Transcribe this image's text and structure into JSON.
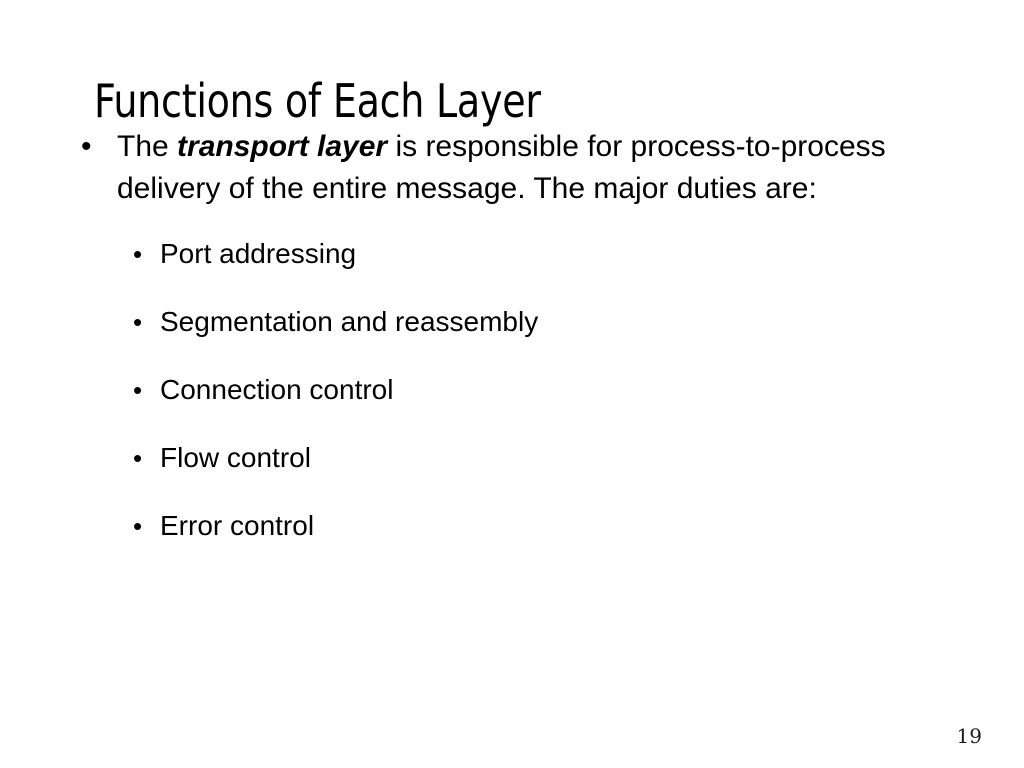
{
  "slide": {
    "title": "Functions of Each Layer",
    "page_number": "19",
    "background_color": "#ffffff",
    "text_color": "#000000"
  },
  "content": {
    "bullet_glyph": "•",
    "main_bullet": {
      "text_before": "The ",
      "emphasis": "transport layer",
      "text_after": " is responsible for process-to-process delivery of the entire message. The major duties are:"
    },
    "sub_bullets": [
      {
        "label": "Port addressing"
      },
      {
        "label": "Segmentation and reassembly"
      },
      {
        "label": "Connection control"
      },
      {
        "label": "Flow control"
      },
      {
        "label": "Error control"
      }
    ]
  }
}
